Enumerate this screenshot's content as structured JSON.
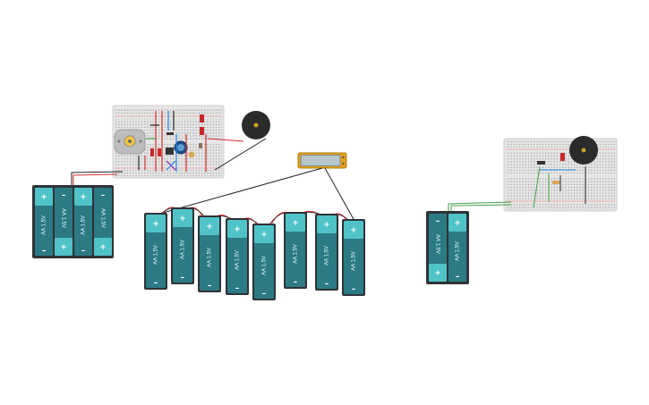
{
  "battery_label": "AA 1.5V",
  "colors": {
    "battery_body": "#2b7a84",
    "battery_cap": "#4fc3c8",
    "holder": "#2f3337",
    "breadboard": "#e6e6e6",
    "wire_red": "#d32f2f",
    "wire_black": "#222222",
    "wire_green": "#43a047",
    "lcd_frame": "#e6a317",
    "lcd_screen": "#b7c5cc",
    "buzzer": "#2b2b2b"
  },
  "components": {
    "packs": [
      {
        "name": "battery-pack-4",
        "cells": 4
      },
      {
        "name": "battery-series-chain",
        "cells": 8
      },
      {
        "name": "battery-pack-2",
        "cells": 2
      }
    ],
    "breadboards": [
      "breadboard-main",
      "breadboard-secondary"
    ],
    "buzzers": [
      "buzzer-main",
      "buzzer-secondary"
    ],
    "display": "lcd-module",
    "motor": "dc-motor",
    "potentiometer": "potentiometer"
  }
}
